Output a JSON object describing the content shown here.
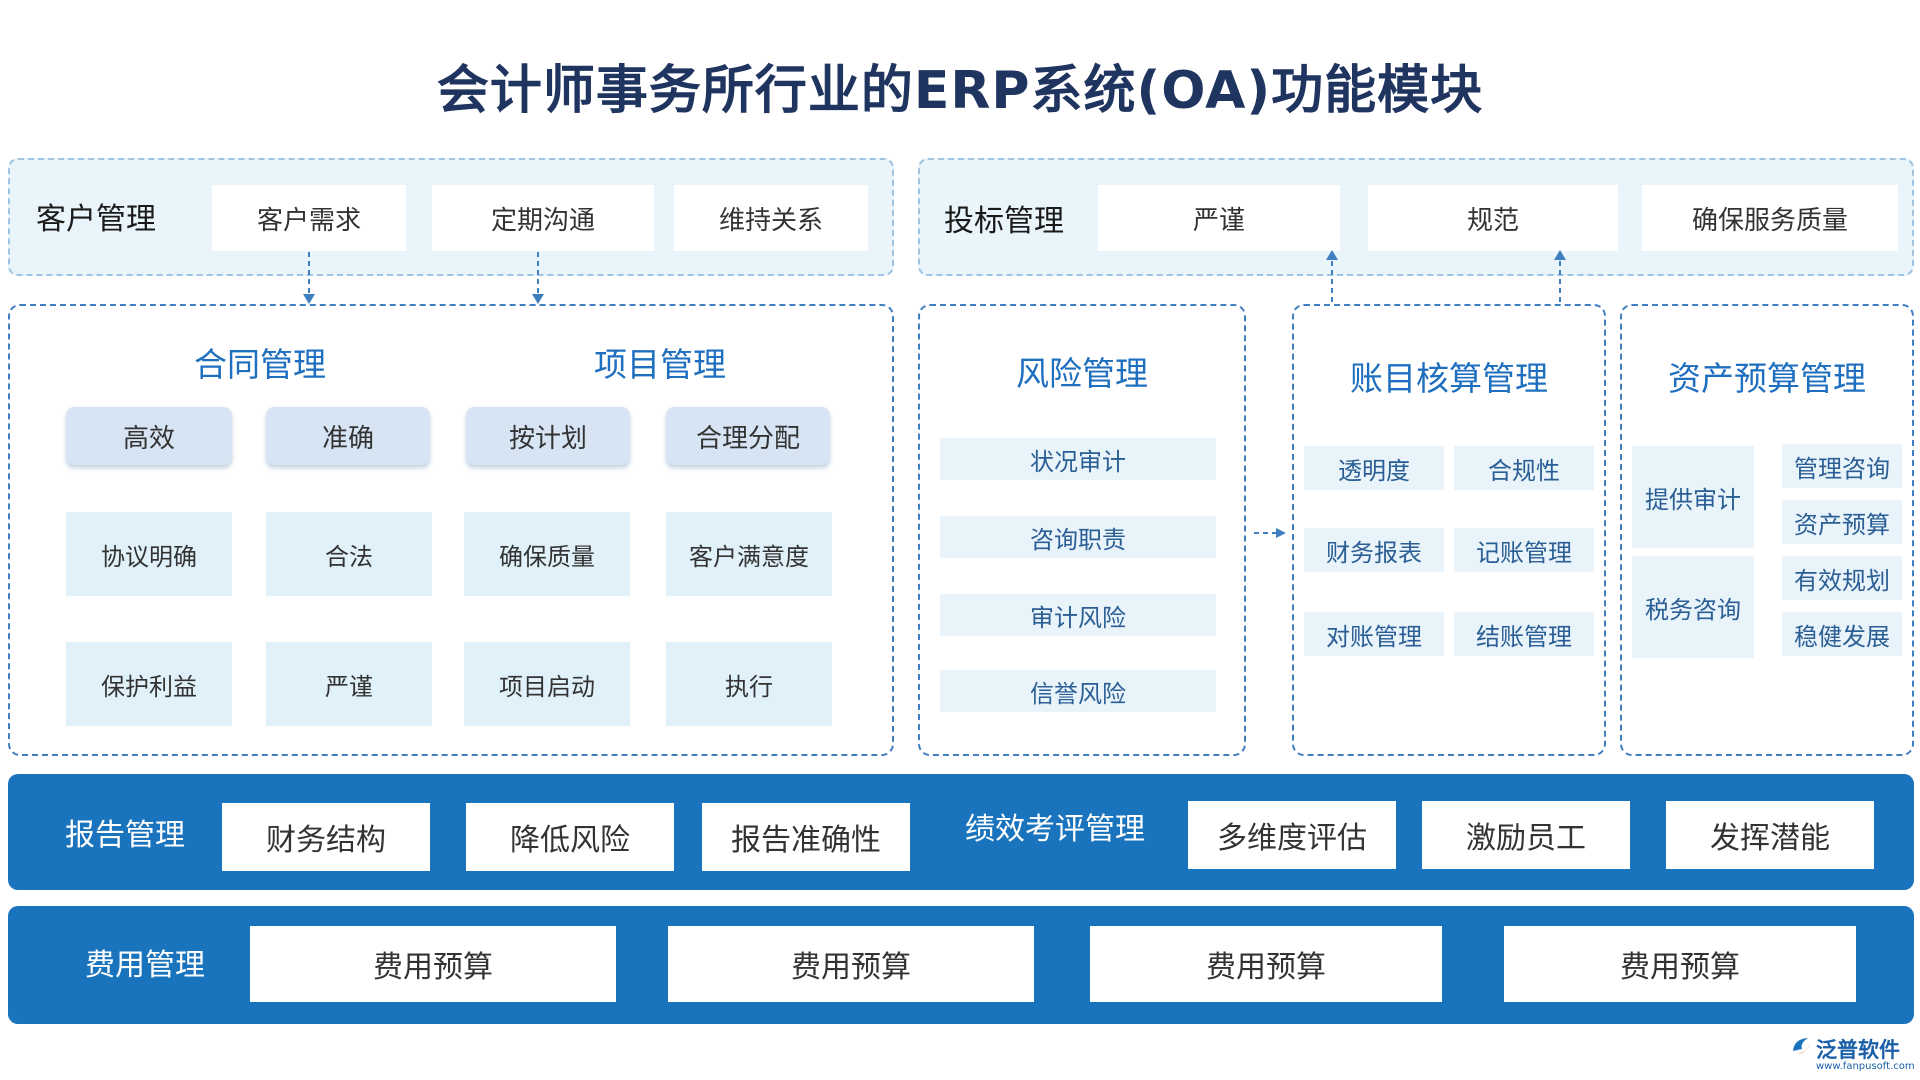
{
  "title": "会计师事务所行业的ERP系统(OA)功能模块",
  "customer": {
    "label": "客户管理",
    "items": [
      "客户需求",
      "定期沟通",
      "维持关系"
    ]
  },
  "bidding": {
    "label": "投标管理",
    "items": [
      "严谨",
      "规范",
      "确保服务质量"
    ]
  },
  "contract": {
    "label": "合同管理",
    "pills": [
      "高效",
      "准确"
    ],
    "items": [
      "协议明确",
      "合法",
      "保护利益",
      "严谨"
    ]
  },
  "project": {
    "label": "项目管理",
    "pills": [
      "按计划",
      "合理分配"
    ],
    "items": [
      "确保质量",
      "客户满意度",
      "项目启动",
      "执行"
    ]
  },
  "risk": {
    "label": "风险管理",
    "items": [
      "状况审计",
      "咨询职责",
      "审计风险",
      "信誉风险"
    ]
  },
  "accounting": {
    "label": "账目核算管理",
    "items": [
      "透明度",
      "合规性",
      "财务报表",
      "记账管理",
      "对账管理",
      "结账管理"
    ]
  },
  "asset": {
    "label": "资产预算管理",
    "left": [
      "提供审计",
      "税务咨询"
    ],
    "right": [
      "管理咨询",
      "资产预算",
      "有效规划",
      "稳健发展"
    ]
  },
  "report": {
    "label": "报告管理",
    "items": [
      "财务结构",
      "降低风险",
      "报告准确性"
    ]
  },
  "performance": {
    "label": "绩效考评管理",
    "items": [
      "多维度评估",
      "激励员工",
      "发挥潜能"
    ]
  },
  "expense": {
    "label": "费用管理",
    "items": [
      "费用预算",
      "费用预算",
      "费用预算",
      "费用预算"
    ]
  },
  "brand": {
    "name": "泛普软件",
    "url": "www.fanpusoft.com"
  },
  "colors": {
    "title": "#1f3560",
    "accent": "#1e6fbf",
    "band": "#1a74bd",
    "dashed": "#3f7fc0",
    "pill": "#d7e4f4",
    "cell": "#e0f1fa"
  }
}
